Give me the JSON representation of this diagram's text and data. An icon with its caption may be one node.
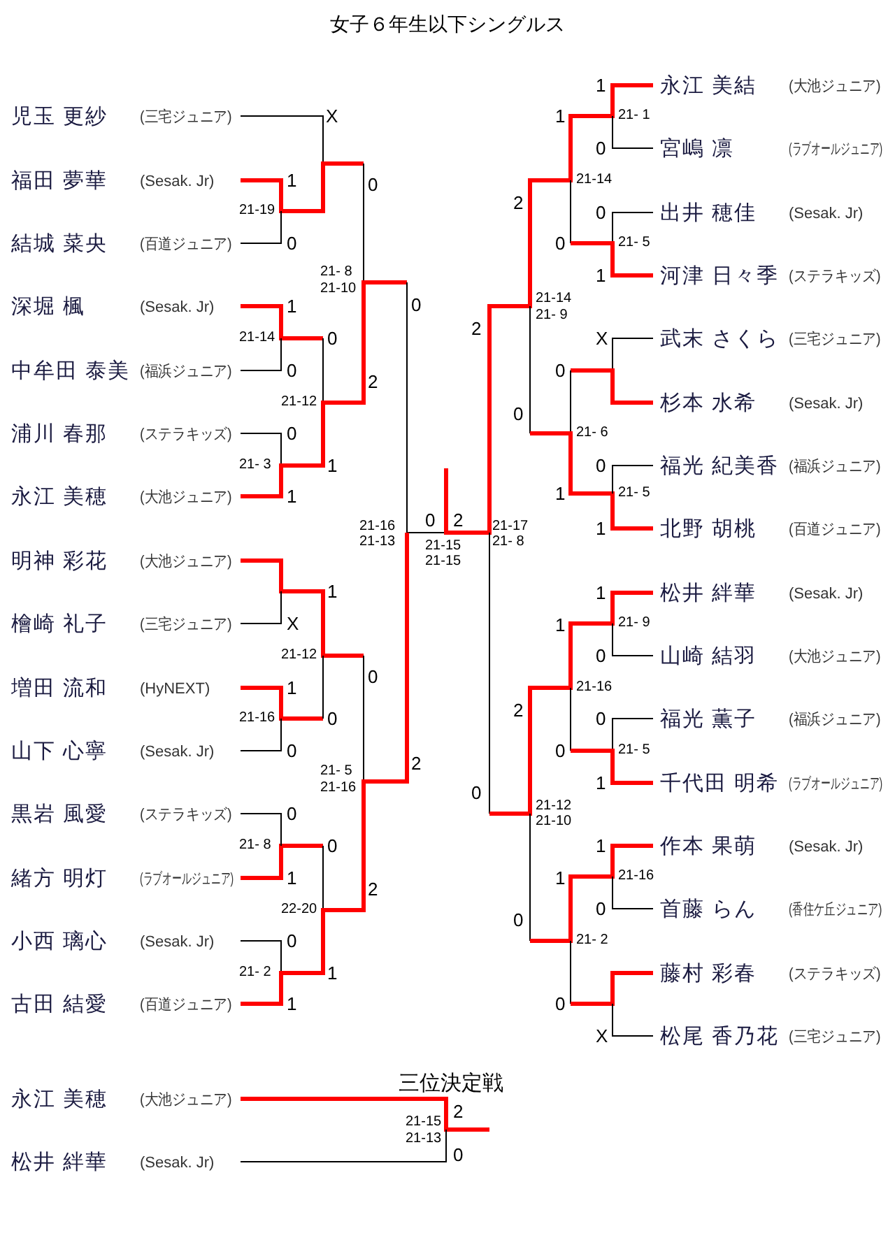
{
  "diagram": {
    "title": "女子６年生以下シングルス",
    "nodes": [
      {
        "text": [
          "児玉 更紗",
          "(三宅ジュニア)"
        ]
      },
      {
        "text": [
          "福田 夢華",
          "(Sesak. Jr)"
        ]
      },
      {
        "text": [
          "結城 菜央",
          "(百道ジュニア)"
        ]
      },
      {
        "text": [
          "深堀 楓",
          "(Sesak. Jr)"
        ]
      },
      {
        "text": [
          "中牟田 泰美",
          "(福浜ジュニア)"
        ]
      },
      {
        "text": [
          "浦川 春那",
          "(ステラキッズ)"
        ]
      },
      {
        "text": [
          "永江 美穂",
          "(大池ジュニア)"
        ]
      },
      {
        "text": [
          "明神 彩花",
          "(大池ジュニア)"
        ]
      },
      {
        "text": [
          "檜崎 礼子",
          "(三宅ジュニア)"
        ]
      },
      {
        "text": [
          "増田 流和",
          "(HyNEXT)"
        ]
      },
      {
        "text": [
          "山下 心寧",
          "(Sesak. Jr)"
        ]
      },
      {
        "text": [
          "黒岩 風愛",
          "(ステラキッズ)"
        ]
      },
      {
        "text": [
          "緒方 明灯",
          "(ラブオールジュニア)"
        ]
      },
      {
        "text": [
          "小西 璃心",
          "(Sesak. Jr)"
        ]
      },
      {
        "text": [
          "古田 結愛",
          "(百道ジュニア)"
        ]
      },
      {
        "text": [
          "永江 美結",
          "(大池ジュニア)"
        ]
      },
      {
        "text": [
          "宮嶋 凛",
          "(ラブオールジュニア)"
        ]
      },
      {
        "text": [
          "出井 穂佳",
          "(Sesak. Jr)"
        ]
      },
      {
        "text": [
          "河津 日々季",
          "(ステラキッズ)"
        ]
      },
      {
        "text": [
          "武末 さくら",
          "(三宅ジュニア)"
        ]
      },
      {
        "text": [
          "杉本 水希",
          "(Sesak. Jr)"
        ]
      },
      {
        "text": [
          "福光 紀美香",
          "(福浜ジュニア)"
        ]
      },
      {
        "text": [
          "北野 胡桃",
          "(百道ジュニア)"
        ]
      },
      {
        "text": [
          "松井 絆華",
          "(Sesak. Jr)"
        ]
      },
      {
        "text": [
          "山崎 結羽",
          "(大池ジュニア)"
        ]
      },
      {
        "text": [
          "福光 薫子",
          "(福浜ジュニア)"
        ]
      },
      {
        "text": [
          "千代田 明希",
          "(ラブオールジュニア)"
        ]
      },
      {
        "text": [
          "作本 果萌",
          "(Sesak. Jr)"
        ]
      },
      {
        "text": [
          "首藤 らん",
          "(香住ケ丘ジュニア)"
        ]
      },
      {
        "text": [
          "藤村 彩春",
          "(ステラキッズ)"
        ]
      },
      {
        "text": [
          "松尾 香乃花",
          "(三宅ジュニア)"
        ]
      },
      {
        "text": [
          "永江 美穂",
          "(大池ジュニア)"
        ]
      },
      {
        "text": [
          "松井 絆華",
          "(Sesak. Jr)"
        ]
      }
    ],
    "labels": [
      "1",
      "X",
      "1",
      "21- 1",
      "0",
      "1",
      "0",
      "21-14",
      "21-19",
      "2",
      "0",
      "0",
      "0",
      "21- 5",
      "21- 8",
      "1",
      "21-10",
      "1",
      "0",
      "21-14",
      "21- 9",
      "21-14",
      "0",
      "2",
      "X",
      "0",
      "2",
      "0",
      "21-12",
      "0",
      "0",
      "21- 6",
      "21- 3",
      "1",
      "0",
      "1",
      "1",
      "21- 5",
      "21-16",
      "0",
      "2",
      "21-17",
      "1",
      "21-13",
      "21-15",
      "21- 8",
      "21-15",
      "1",
      "1",
      "X",
      "1",
      "21- 9",
      "21-12",
      "0",
      "1",
      "0",
      "21-16",
      "21-16",
      "0",
      "2",
      "0",
      "0",
      "0",
      "21- 5",
      "21- 5",
      "2",
      "21-16",
      "0",
      "1",
      "0",
      "21-12",
      "21-10",
      "21- 8",
      "0",
      "1",
      "1",
      "2",
      "1",
      "21-16",
      "22-20",
      "0",
      "0",
      "0",
      "21- 2",
      "21- 2",
      "1",
      "1",
      "0",
      "X",
      "三位決定戦",
      "21-15",
      "2",
      "21-13",
      "0"
    ]
  }
}
